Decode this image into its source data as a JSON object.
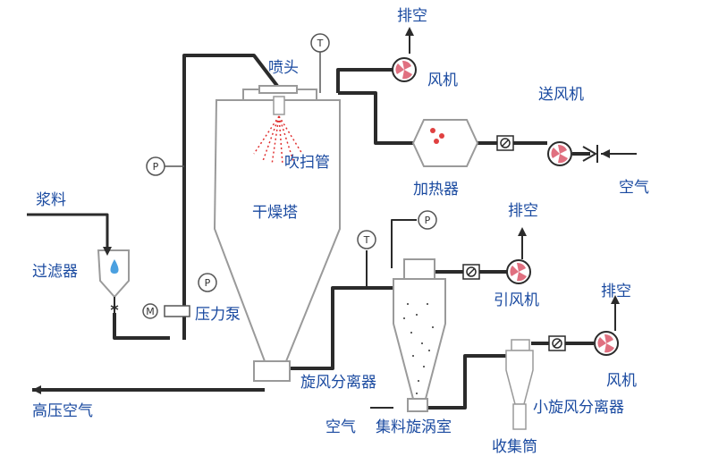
{
  "colors": {
    "label": "#1a4aa0",
    "line": "#2b2b2b",
    "equipment": "#9a9a9a",
    "spray": "#e03030",
    "fan_blade": "#e07080"
  },
  "labels": {
    "exhaust_top": "排空",
    "fan_top": "风机",
    "nozzle": "喷头",
    "blower": "送风机",
    "purge_tube": "吹扫管",
    "heater": "加热器",
    "air_inlet": "空气",
    "slurry": "浆料",
    "dryer_tower": "干燥塔",
    "exhaust_mid": "排空",
    "filter": "过滤器",
    "induced_fan": "引风机",
    "pressure_pump": "压力泵",
    "exhaust_right": "排空",
    "cyclone": "旋风分离器",
    "fan_right": "风机",
    "high_pressure_air": "高压空气",
    "small_cyclone": "小旋风分离器",
    "air_bottom": "空气",
    "vortex_chamber": "集料旋涡室",
    "collector": "收集筒"
  },
  "gauges": {
    "temperature": "T",
    "pressure": "P",
    "motor": "M"
  },
  "icons": [
    "fan-icon",
    "damper-valve-icon",
    "check-valve-icon",
    "arrow-up-icon",
    "arrow-left-icon",
    "droplet-icon"
  ]
}
